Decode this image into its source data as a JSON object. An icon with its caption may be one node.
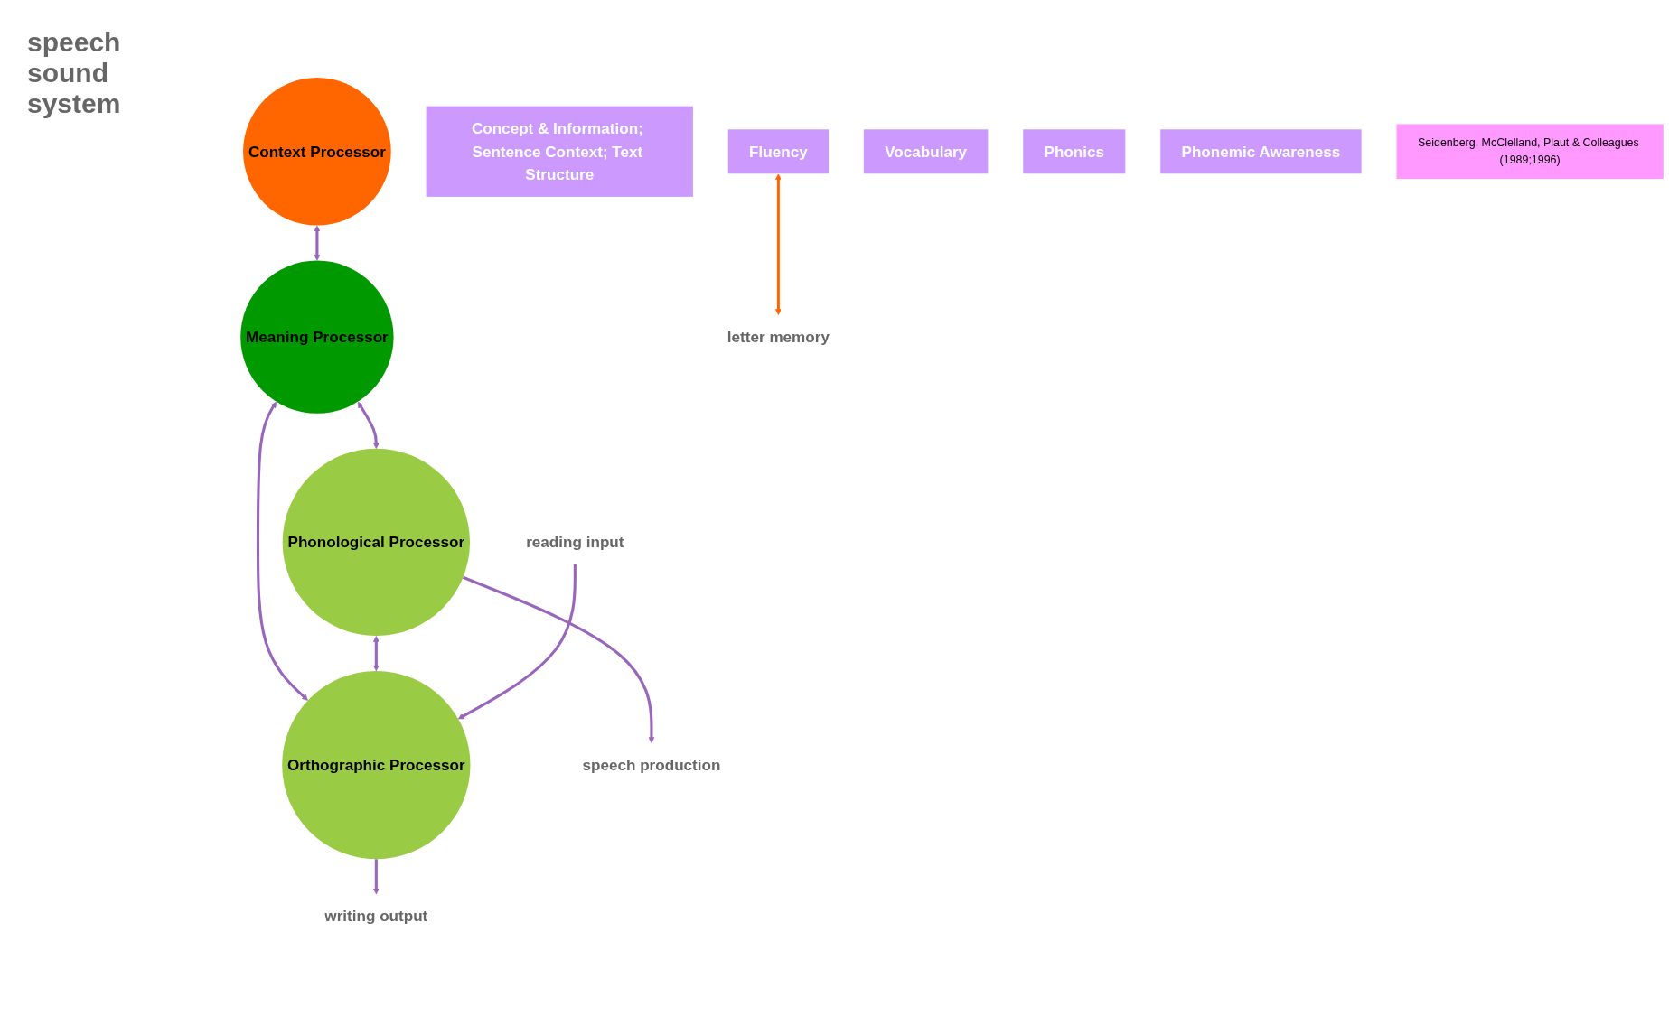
{
  "diagram": {
    "nodes": [
      {
        "text": [
          "Context Processor"
        ]
      },
      {
        "text": [
          "Concept & Information; Sentence Context; Text Structure"
        ]
      },
      {
        "text": [
          "Fluency"
        ]
      },
      {
        "text": [
          "Vocabulary"
        ]
      },
      {
        "text": [
          "Meaning Processor"
        ]
      },
      {
        "text": [
          "Phonics"
        ]
      },
      {
        "text": [
          "letter memory"
        ]
      },
      {
        "text": [
          "Phonological Processor"
        ]
      },
      {
        "text": [
          "Orthographic Processor"
        ]
      },
      {
        "text": [
          "Phonemic Awareness"
        ]
      },
      {
        "text": [
          "Seidenberg, McClelland, Plaut & Colleagues (1989;1996)"
        ]
      },
      {
        "text": [
          "speech production"
        ]
      },
      {
        "text": [
          "writing output"
        ]
      },
      {
        "text": [
          "reading input"
        ]
      }
    ],
    "edges": [
      {
        "from": 0,
        "to": 4,
        "arrow": "both"
      },
      {
        "from": 4,
        "to": 7,
        "arrow": "both"
      },
      {
        "from": 4,
        "to": 8,
        "arrow": "both"
      },
      {
        "from": 7,
        "to": 8,
        "arrow": "both"
      },
      {
        "from": 7,
        "to": 11,
        "arrow": "to"
      },
      {
        "from": 8,
        "to": 12,
        "arrow": "to"
      },
      {
        "from": 13,
        "to": 8,
        "arrow": "to"
      },
      {
        "from": 2,
        "to": 6,
        "arrow": "both",
        "color": "#ff6600"
      }
    ],
    "labels": [
      "speech sound system"
    ]
  }
}
